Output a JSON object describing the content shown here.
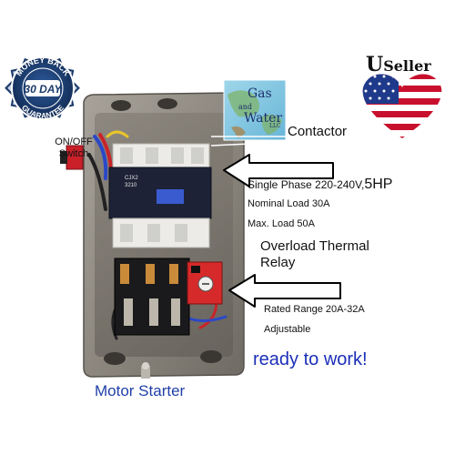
{
  "badge": {
    "top_text": "MONEY BACK",
    "days": "30 DAY",
    "bottom_text": "GUARANTEE"
  },
  "seller": {
    "u_letter": "U",
    "rest": "Seller"
  },
  "logo": {
    "line1": "Gas",
    "line2": "and",
    "line3": "Water",
    "suffix": "LLC"
  },
  "labels": {
    "switch_line1": "ON/OFF",
    "switch_line2": "Switch",
    "contactor": "Contactor",
    "phase": "Single Phase 220-240V,",
    "hp": "5HP",
    "nominal": "Nominal Load 30A",
    "max": "Max. Load 50A",
    "overload_line1": "Overload Thermal",
    "overload_line2": "Relay",
    "range": "Rated Range 20A-32A",
    "adjustable": "Adjustable",
    "ready": "ready to work!",
    "motor": "Motor Starter"
  },
  "device": {
    "model_line1": "CJX2",
    "model_line2": "3210"
  },
  "colors": {
    "badge_navy": "#1b3a6b",
    "motor_text": "#1f3fa8",
    "ready_text": "#1c2fb8",
    "flag_red": "#c8102e",
    "flag_blue": "#1f3a8a",
    "housing": "#8f8a82",
    "contactor_top": "#e9e9e6",
    "contactor_body": "#1d2236"
  }
}
